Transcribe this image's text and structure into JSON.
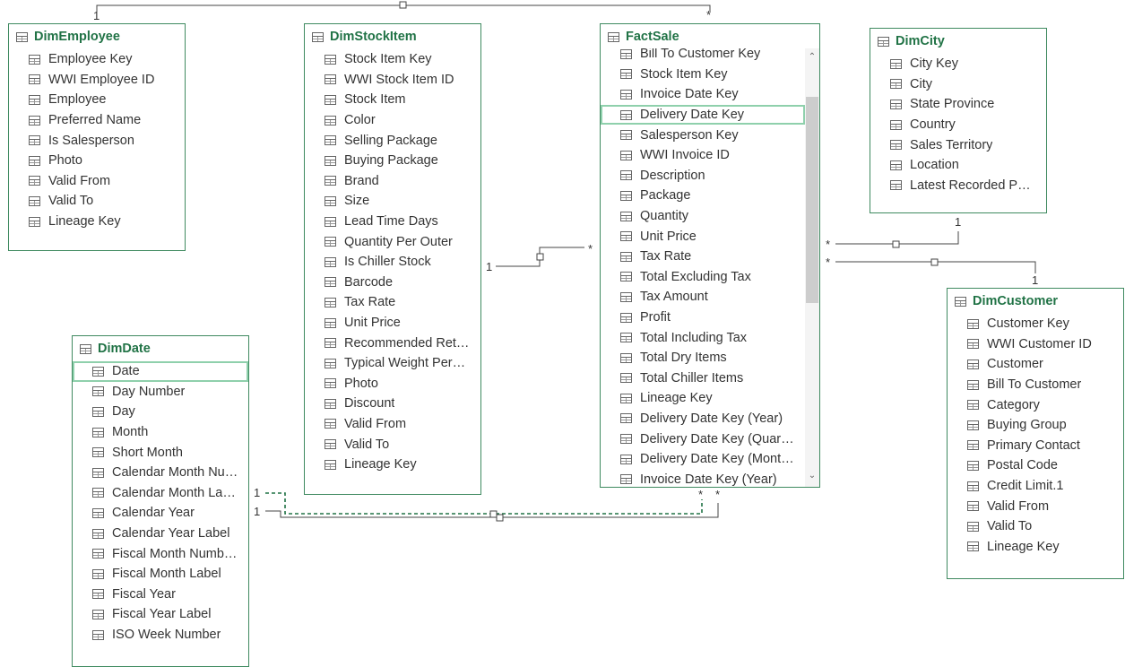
{
  "tables": {
    "dimemployee": {
      "name": "DimEmployee",
      "columns": [
        "Employee Key",
        "WWI Employee ID",
        "Employee",
        "Preferred Name",
        "Is Salesperson",
        "Photo",
        "Valid From",
        "Valid To",
        "Lineage Key"
      ]
    },
    "dimstockitem": {
      "name": "DimStockItem",
      "columns": [
        "Stock Item Key",
        "WWI Stock Item ID",
        "Stock Item",
        "Color",
        "Selling Package",
        "Buying Package",
        "Brand",
        "Size",
        "Lead Time Days",
        "Quantity Per Outer",
        "Is Chiller Stock",
        "Barcode",
        "Tax Rate",
        "Unit Price",
        "Recommended Ret…",
        "Typical Weight Per…",
        "Photo",
        "Discount",
        "Valid From",
        "Valid To",
        "Lineage Key"
      ]
    },
    "factsale": {
      "name": "FactSale",
      "columns": [
        "Bill To Customer Key",
        "Stock Item Key",
        "Invoice Date Key",
        "Delivery Date Key",
        "Salesperson Key",
        "WWI Invoice ID",
        "Description",
        "Package",
        "Quantity",
        "Unit Price",
        "Tax Rate",
        "Total Excluding Tax",
        "Tax Amount",
        "Profit",
        "Total Including Tax",
        "Total Dry Items",
        "Total Chiller Items",
        "Lineage Key",
        "Delivery Date Key (Year)",
        "Delivery Date Key (Quar…",
        "Delivery Date Key (Mont…",
        "Invoice Date Key (Year)"
      ],
      "selected_index": 3
    },
    "dimcity": {
      "name": "DimCity",
      "columns": [
        "City Key",
        "City",
        "State Province",
        "Country",
        "Sales Territory",
        "Location",
        "Latest Recorded P…"
      ]
    },
    "dimcustomer": {
      "name": "DimCustomer",
      "columns": [
        "Customer Key",
        "WWI Customer ID",
        "Customer",
        "Bill To Customer",
        "Category",
        "Buying Group",
        "Primary Contact",
        "Postal Code",
        "Credit Limit.1",
        "Valid From",
        "Valid To",
        "Lineage Key"
      ]
    },
    "dimdate": {
      "name": "DimDate",
      "columns": [
        "Date",
        "Day Number",
        "Day",
        "Month",
        "Short Month",
        "Calendar Month Nu…",
        "Calendar Month La…",
        "Calendar Year",
        "Calendar Year Label",
        "Fiscal Month Numb…",
        "Fiscal Month Label",
        "Fiscal Year",
        "Fiscal Year Label",
        "ISO Week Number"
      ],
      "selected_index": 0
    }
  },
  "relationship_labels": {
    "one": "1",
    "many": "*"
  },
  "icons": {
    "table": "table-icon",
    "column": "column-icon",
    "scroll_up": "scroll-up-icon",
    "scroll_down": "scroll-down-icon"
  },
  "colors": {
    "accent": "#217346",
    "border": "#3f8a60",
    "selection": "#8fd0ac",
    "line": "#444444",
    "inactive_line": "#217346"
  }
}
